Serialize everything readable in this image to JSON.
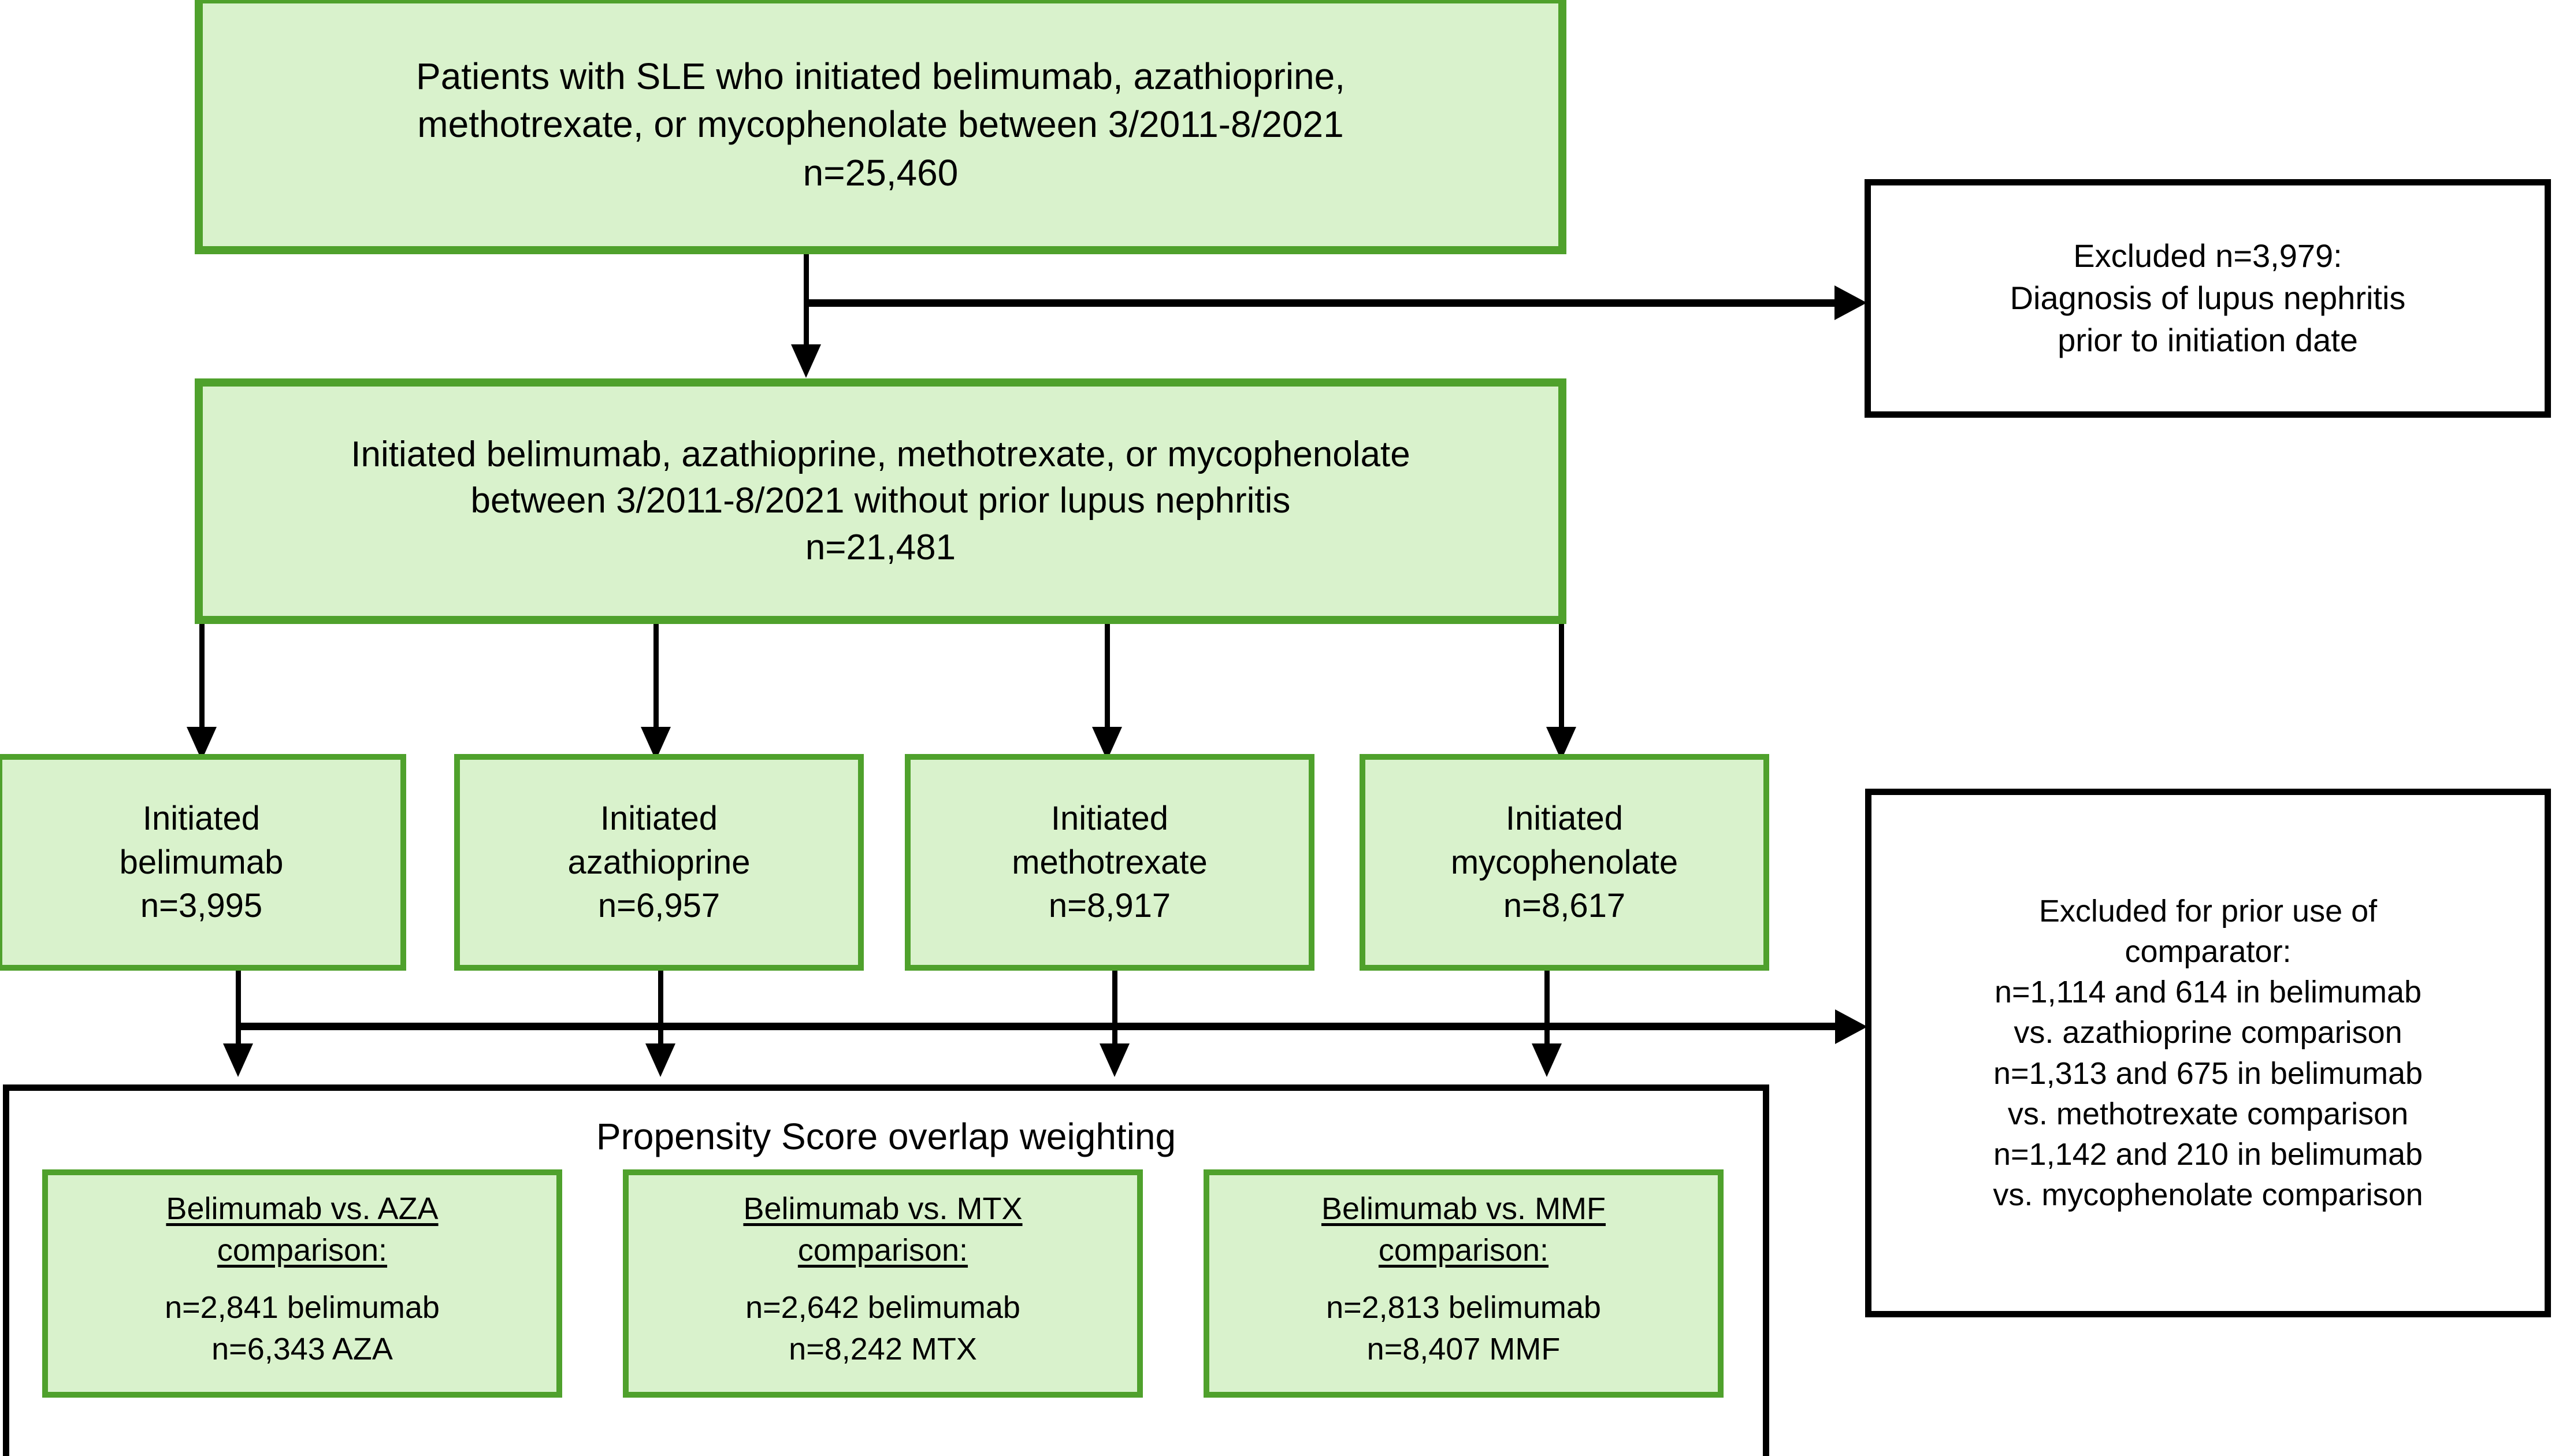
{
  "colors": {
    "green_border": "#4fa12c",
    "green_fill": "#d9f2cc",
    "black": "#000000",
    "white": "#ffffff"
  },
  "nodes": {
    "cohort_initial": {
      "lines": [
        "Patients with SLE who initiated belimumab, azathioprine,",
        "methotrexate, or mycophenolate between 3/2011-8/2021",
        "n=25,460"
      ],
      "n": "25,460"
    },
    "excluded_nephritis": {
      "lines": [
        "Excluded n=3,979:",
        "Diagnosis of lupus nephritis",
        "prior to initiation date"
      ],
      "n": "3,979"
    },
    "cohort_no_nephritis": {
      "lines": [
        "Initiated belimumab, azathioprine, methotrexate, or mycophenolate",
        "between 3/2011-8/2021 without prior lupus nephritis",
        "n=21,481"
      ],
      "n": "21,481"
    },
    "drug_arms": [
      {
        "line1": "Initiated",
        "line2": "belimumab",
        "line3": "n=3,995",
        "n": "3,995"
      },
      {
        "line1": "Initiated",
        "line2": "azathioprine",
        "line3": "n=6,957",
        "n": "6,957"
      },
      {
        "line1": "Initiated",
        "line2": "methotrexate",
        "line3": "n=8,917",
        "n": "8,917"
      },
      {
        "line1": "Initiated",
        "line2": "mycophenolate",
        "line3": "n=8,617",
        "n": "8,617"
      }
    ],
    "excluded_prior_comparator": {
      "lines": [
        "Excluded for prior use of",
        "comparator:",
        "n=1,114 and 614 in belimumab",
        "vs. azathioprine comparison",
        "n=1,313 and 675 in belimumab",
        "vs. methotrexate comparison",
        "n=1,142 and 210 in belimumab",
        "vs. mycophenolate comparison"
      ]
    },
    "propensity": {
      "title": "Propensity Score overlap weighting",
      "comparisons": [
        {
          "heading_line1": "Belimumab vs. AZA",
          "heading_line2": "comparison:",
          "stat1": "n=2,841 belimumab",
          "stat2": "n=6,343 AZA"
        },
        {
          "heading_line1": "Belimumab vs. MTX",
          "heading_line2": "comparison:",
          "stat1": "n=2,642 belimumab",
          "stat2": "n=8,242 MTX"
        },
        {
          "heading_line1": "Belimumab vs. MMF",
          "heading_line2": "comparison:",
          "stat1": "n=2,813 belimumab",
          "stat2": "n=8,407 MMF"
        }
      ]
    }
  }
}
